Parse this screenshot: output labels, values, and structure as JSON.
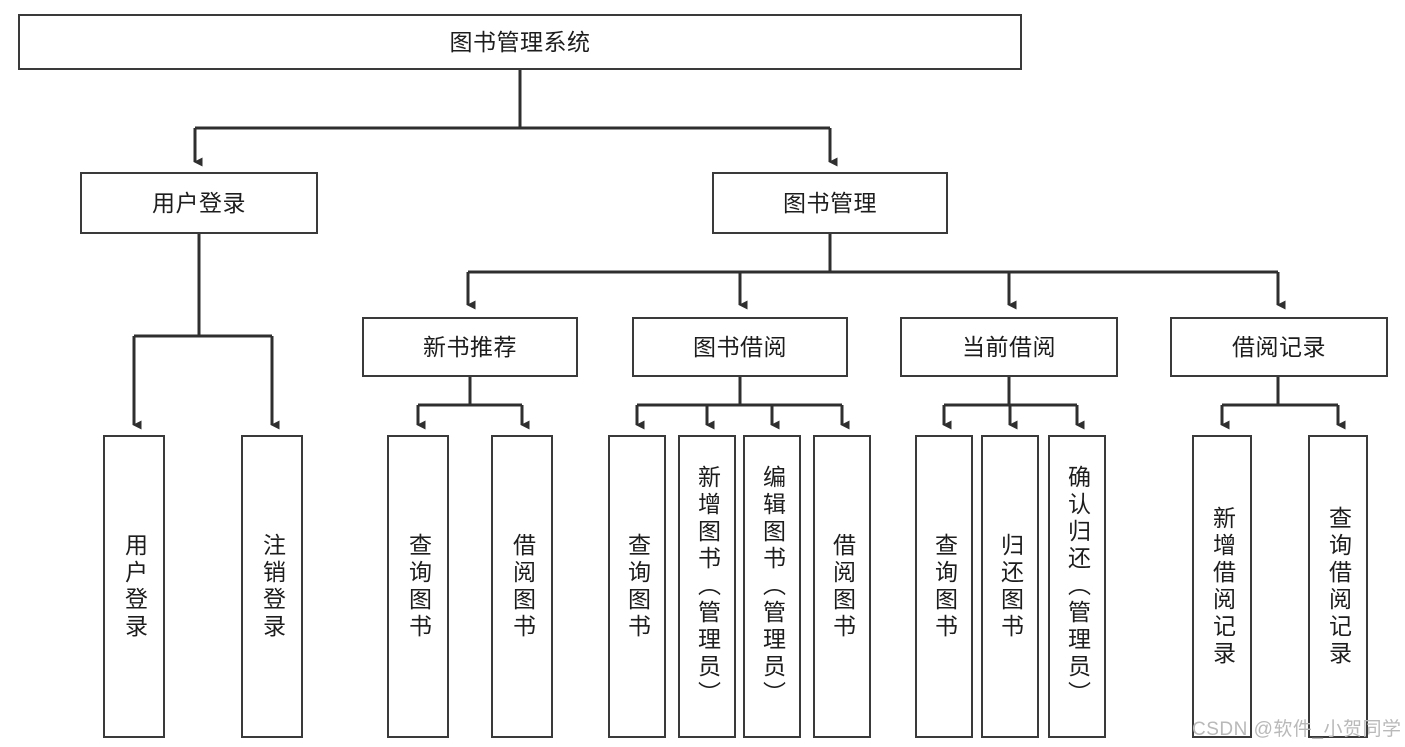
{
  "diagram": {
    "title": "图书管理系统",
    "type": "hierarchy-tree",
    "orientation": "top-down",
    "colors": {
      "background": "#ffffff",
      "box_border": "#3a3a3a",
      "box_fill": "#ffffff",
      "connector": "#2f2f2f",
      "text": "#1d1d1d",
      "watermark": "#b9b9b9"
    },
    "nodes": {
      "root": {
        "label": "图书管理系统"
      },
      "level2": [
        {
          "label": "用户登录"
        },
        {
          "label": "图书管理"
        }
      ],
      "level3": [
        {
          "label": "新书推荐"
        },
        {
          "label": "图书借阅"
        },
        {
          "label": "当前借阅"
        },
        {
          "label": "借阅记录"
        }
      ],
      "leaves": {
        "user_login": [
          {
            "label": "用户登录"
          },
          {
            "label": "注销登录"
          }
        ],
        "new_book_recommend": [
          {
            "label": "查询图书"
          },
          {
            "label": "借阅图书"
          }
        ],
        "book_borrow": [
          {
            "label": "查询图书"
          },
          {
            "label": "新增图书（管理员）"
          },
          {
            "label": "编辑图书（管理员）"
          },
          {
            "label": "借阅图书"
          }
        ],
        "current_borrow": [
          {
            "label": "查询图书"
          },
          {
            "label": "归还图书"
          },
          {
            "label": "确认归还（管理员）"
          }
        ],
        "borrow_record": [
          {
            "label": "新增借阅记录"
          },
          {
            "label": "查询借阅记录"
          }
        ]
      }
    }
  },
  "watermark": {
    "text": "CSDN @软件_小贺同学"
  }
}
